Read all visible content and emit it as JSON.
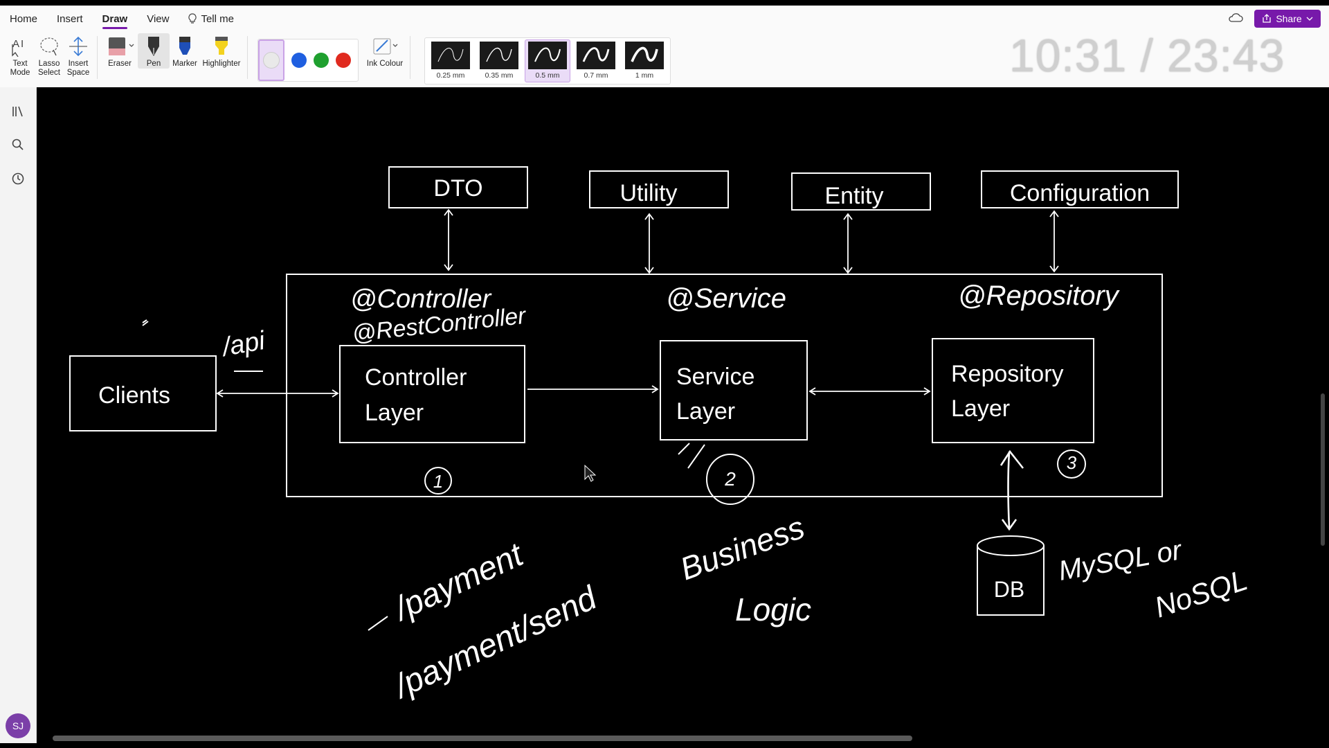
{
  "menu": {
    "home": "Home",
    "insert": "Insert",
    "draw": "Draw",
    "view": "View",
    "tell_me": "Tell me",
    "share": "Share"
  },
  "tools": {
    "text_mode": "Text Mode",
    "lasso_select": "Lasso Select",
    "insert_space": "Insert Space",
    "eraser": "Eraser",
    "pen": "Pen",
    "marker": "Marker",
    "highlighter": "Highlighter",
    "ink_colour": "Ink Colour"
  },
  "ink_colors": [
    "#1f5fe0",
    "#1fa02f",
    "#e02a1f"
  ],
  "stroke_widths": [
    "0.25 mm",
    "0.35 mm",
    "0.5 mm",
    "0.7 mm",
    "1 mm"
  ],
  "selected_width": "0.5 mm",
  "timer": "10:31 / 23:43",
  "avatar_initials": "SJ",
  "diagram": {
    "dto": "DTO",
    "utility": "Utility",
    "entity": "Entity",
    "configuration": "Configuration",
    "clients": "Clients",
    "controller_line1": "Controller",
    "controller_line2": "Layer",
    "service_line1": "Service",
    "service_line2": "Layer",
    "repository_line1": "Repository",
    "repository_line2": "Layer",
    "db": "DB"
  },
  "handwriting": {
    "controller_annotation_1": "@Controller",
    "controller_annotation_2": "@RestController",
    "service_annotation": "@Service",
    "repository_annotation": "@Repository",
    "api_path": "/api",
    "num1": "1",
    "num2": "2",
    "num3": "3",
    "business_logic_1": "Business",
    "business_logic_2": "Logic",
    "mysql": "MySQL or",
    "nosql": "NoSQL",
    "payment_path": "/payment",
    "payment_send_path": "/payment/send"
  }
}
